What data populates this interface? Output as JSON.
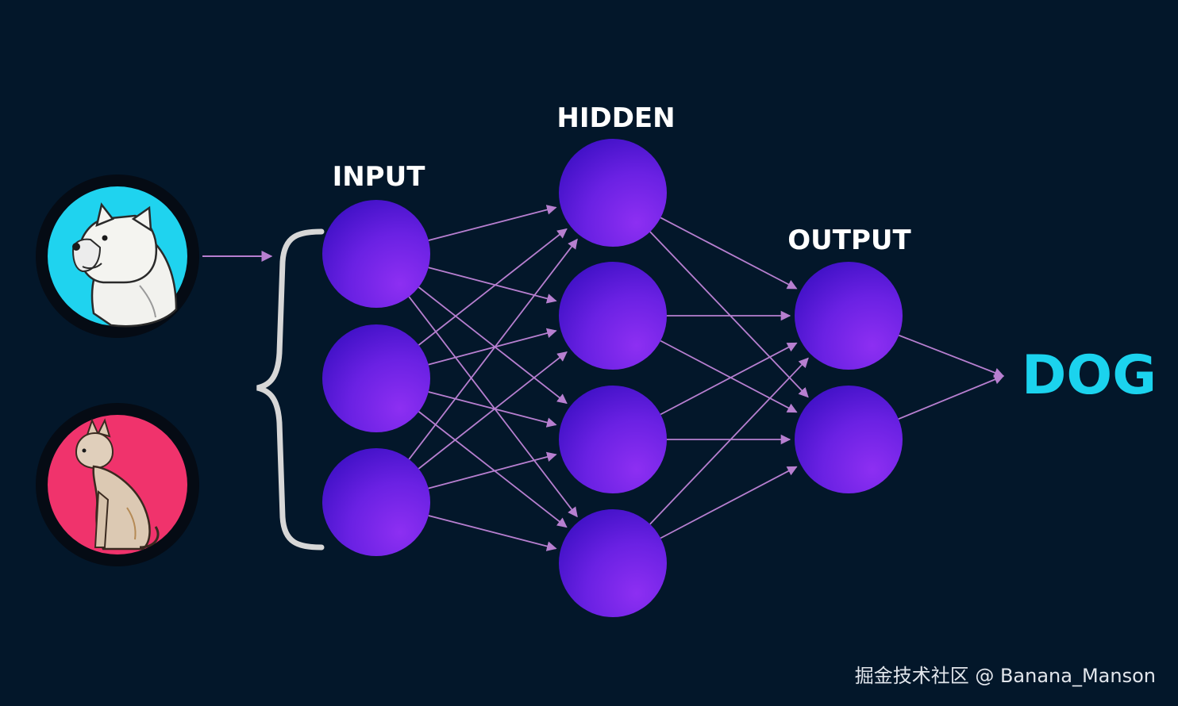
{
  "labels": {
    "input": "INPUT",
    "hidden": "HIDDEN",
    "output": "OUTPUT",
    "result": "DOG"
  },
  "watermark": "掘金技术社区 @ Banana_Manson",
  "inputs": [
    {
      "icon": "dog-icon",
      "background": "#1fd3ef"
    },
    {
      "icon": "cat-icon",
      "background": "#f0336c"
    }
  ],
  "layers": [
    {
      "name": "input",
      "nodes": 3
    },
    {
      "name": "hidden",
      "nodes": 4
    },
    {
      "name": "output",
      "nodes": 2
    }
  ],
  "colors": {
    "background": "#03172a",
    "node_light": "#8a2cf0",
    "node_dark": "#4a14cc",
    "connection": "#b77fd0",
    "result": "#1bd3ee"
  }
}
